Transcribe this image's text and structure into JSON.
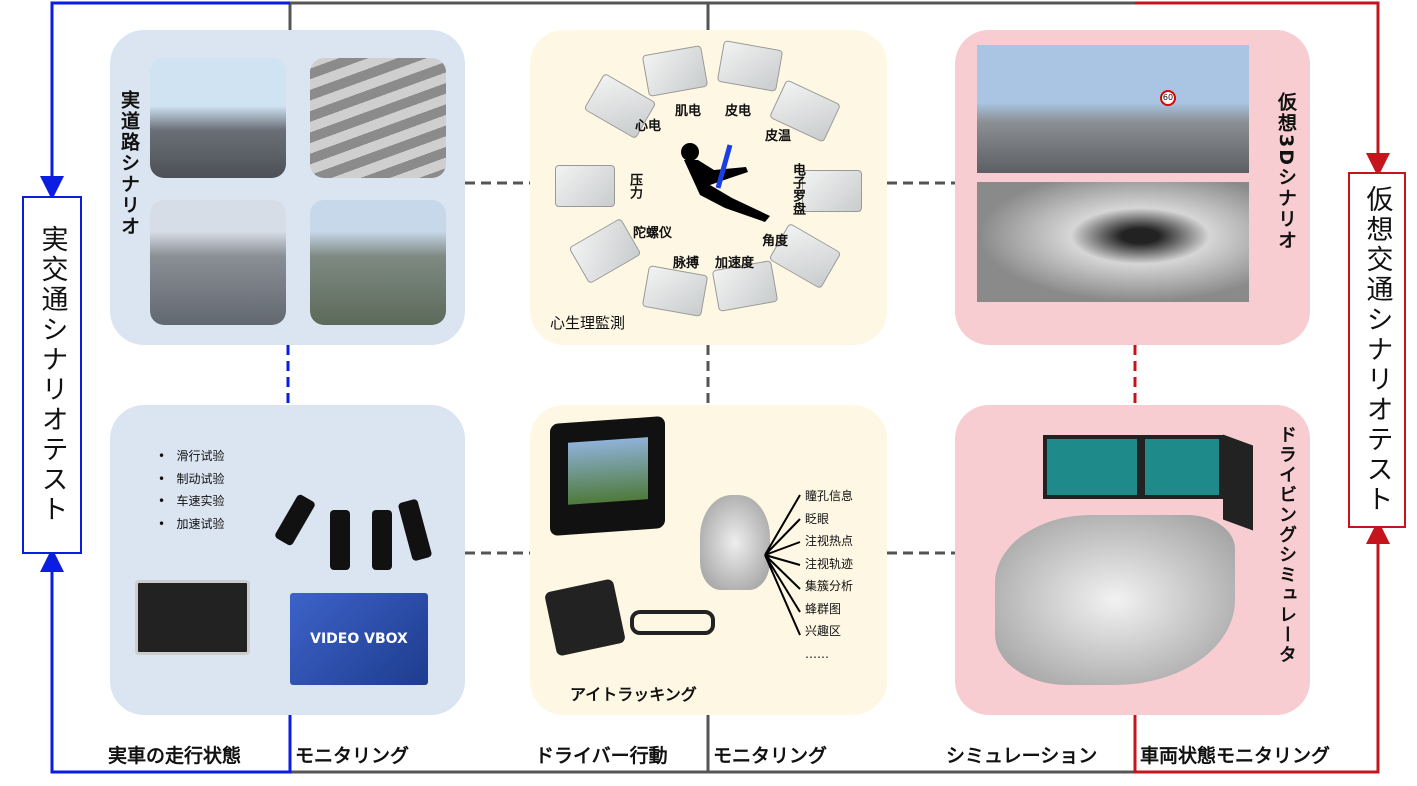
{
  "left_box": "実交通シナリオテスト",
  "right_box": "仮想交通シナリオテスト",
  "top_left": {
    "title": "実道路シナリオ"
  },
  "top_mid": {
    "title": "心生理監測",
    "sensors": [
      "心电",
      "肌电",
      "皮电",
      "皮温",
      "电子罗盘",
      "角度",
      "加速度",
      "脉搏",
      "陀螺仪",
      "压力"
    ]
  },
  "top_right": {
    "title": "仮想3Dシナリオ",
    "speed_sign": "60"
  },
  "bottom_left": {
    "tests": [
      "滑行试验",
      "制动试验",
      "车速实验",
      "加速试验"
    ],
    "device": "VIDEO VBOX"
  },
  "bottom_mid": {
    "title": "アイトラッキング",
    "outputs": [
      "瞳孔信息",
      "眨眼",
      "注视热点",
      "注视轨迹",
      "集簇分析",
      "蜂群图",
      "兴趣区",
      "……"
    ]
  },
  "bottom_right": {
    "title": "ドライビングシミュレータ"
  },
  "captions": [
    "実車の走行状態",
    "モニタリング",
    "ドライバー行動",
    "モニタリング",
    "シミュレーション",
    "車両状態モニタリング"
  ],
  "colors": {
    "real": "#0b1de0",
    "virtual": "#c4151c",
    "neutral": "#555555"
  }
}
